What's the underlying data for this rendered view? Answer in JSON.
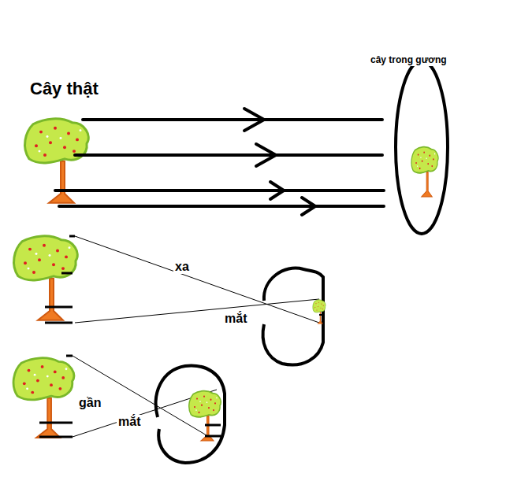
{
  "diagram": {
    "labels": [
      "Cây thật",
      "cây trong gương",
      "xa",
      "mắt",
      "gần",
      "mắt"
    ]
  }
}
